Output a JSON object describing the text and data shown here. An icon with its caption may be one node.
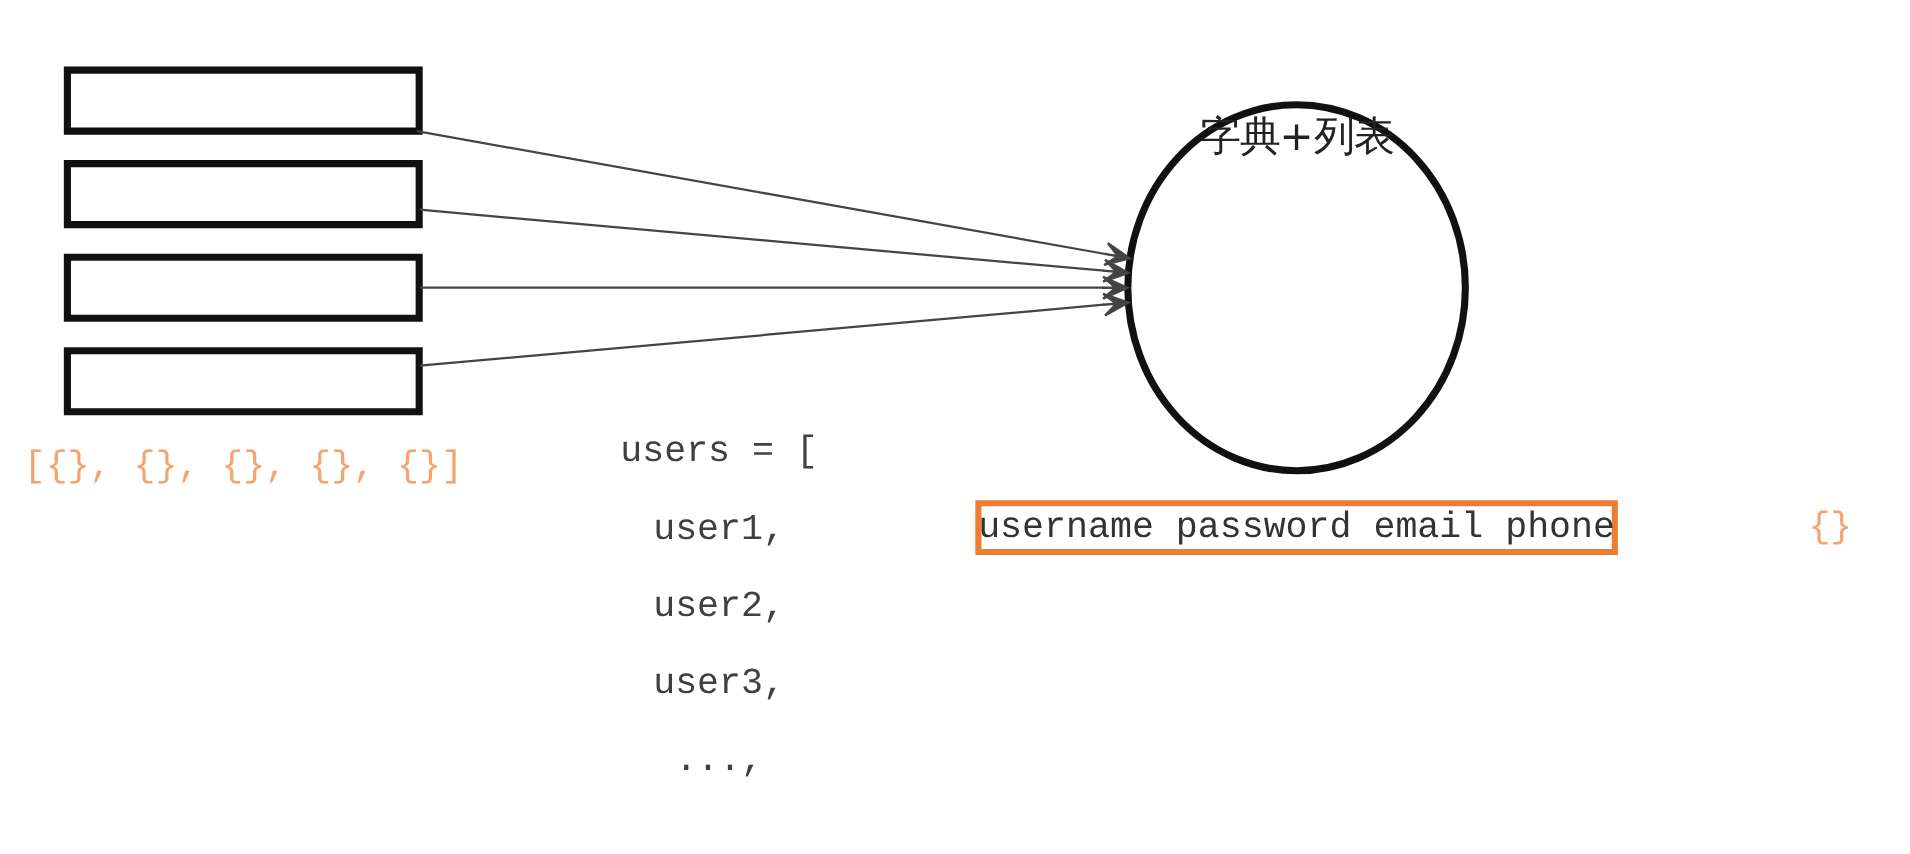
{
  "diagram": {
    "nodes": [
      {
        "text": [],
        "shape": "box"
      },
      {
        "text": [],
        "shape": "box"
      },
      {
        "text": [],
        "shape": "box"
      },
      {
        "text": [],
        "shape": "box"
      },
      {
        "text": [
          "字典+列表"
        ]
      },
      {
        "text": [
          "username password email phone"
        ]
      }
    ],
    "edges": [
      {
        "from": 0,
        "to": 4,
        "arrow": "to"
      },
      {
        "from": 1,
        "to": 4,
        "arrow": "to"
      },
      {
        "from": 2,
        "to": 4,
        "arrow": "to"
      },
      {
        "from": 3,
        "to": 4,
        "arrow": "to"
      }
    ],
    "labels": [
      "users = [",
      "user1,",
      "{}",
      "user2,",
      "user3,",
      "...,",
      "[{}, {}, {}, {}, {}]"
    ]
  }
}
